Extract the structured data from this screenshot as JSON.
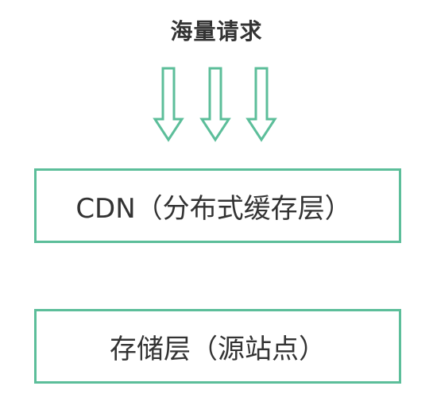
{
  "title": "海量请求",
  "layers": {
    "cdn": "CDN（分布式缓存层）",
    "storage": "存储层（源站点）"
  },
  "colors": {
    "accent": "#5cbe9a",
    "text": "#333333"
  },
  "icons": {
    "request_arrows": "down-arrow-icon"
  }
}
